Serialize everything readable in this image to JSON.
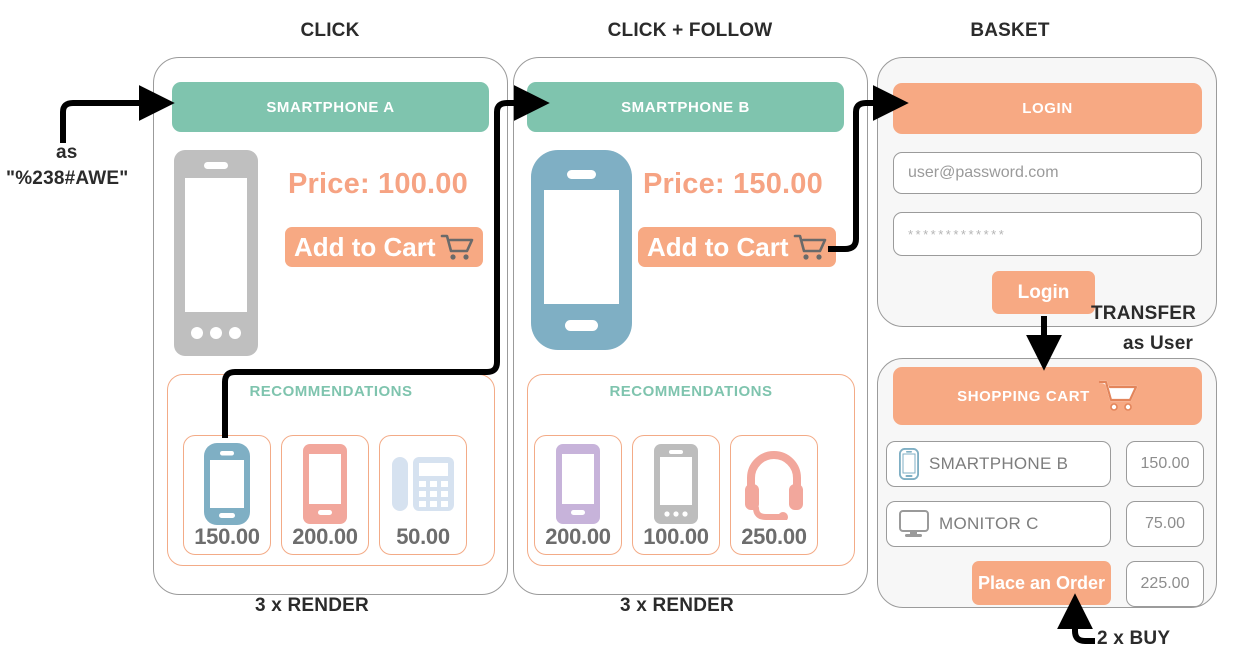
{
  "headers": [
    {
      "label": "CLICK"
    },
    {
      "label": "CLICK + FOLLOW"
    },
    {
      "label": "BASKET"
    }
  ],
  "annotations": {
    "as_label": "as",
    "as_value": "\"%238#AWE\"",
    "render_left": "3 x RENDER",
    "render_middle": "3 x RENDER",
    "transfer": "TRANSFER",
    "transfer_sub": "as User",
    "buy": "2 x BUY"
  },
  "panel_left": {
    "banner": "SMARTPHONE A",
    "price": "Price: 100.00",
    "add_to_cart": "Add to Cart",
    "phone_icon": "smartphone-gray-icon",
    "recommendations_title": "RECOMMENDATIONS",
    "recommendations": [
      {
        "icon": "smartphone-blue-icon",
        "price": "150.00",
        "color": "#7fafc4"
      },
      {
        "icon": "smartphone-salmon-icon",
        "price": "200.00",
        "color": "#f2a79c"
      },
      {
        "icon": "deskphone-lightblue-icon",
        "price": "50.00",
        "color": "#d6e2f0"
      }
    ]
  },
  "panel_middle": {
    "banner": "SMARTPHONE B",
    "price": "Price: 150.00",
    "add_to_cart": "Add to Cart",
    "phone_icon": "smartphone-blue-icon",
    "recommendations_title": "RECOMMENDATIONS",
    "recommendations": [
      {
        "icon": "smartphone-purple-icon",
        "price": "200.00",
        "color": "#c7b3da"
      },
      {
        "icon": "smartphone-gray-icon",
        "price": "100.00",
        "color": "#bdbdbd"
      },
      {
        "icon": "headset-pink-icon",
        "price": "250.00",
        "color": "#f2a79c"
      }
    ]
  },
  "panel_login": {
    "banner": "LOGIN",
    "email_placeholder": "user@password.com",
    "password_value": "*************",
    "login_button": "Login"
  },
  "panel_cart": {
    "banner": "SHOPPING CART",
    "cart_icon": "shopping-cart-icon",
    "rows": [
      {
        "icon": "smartphone-blue-icon",
        "name": "SMARTPHONE B",
        "amount": "150.00"
      },
      {
        "icon": "monitor-gray-icon",
        "name": "MONITOR C",
        "amount": "75.00"
      }
    ],
    "order_button": "Place an Order",
    "total": "225.00"
  },
  "colors": {
    "teal": "#7fc4ae",
    "orange": "#f7a983",
    "price_orange": "#f6a383",
    "border_gray": "#9b9b9b",
    "rec_border": "#f3ab87",
    "text_dark": "#2b2b2b"
  }
}
